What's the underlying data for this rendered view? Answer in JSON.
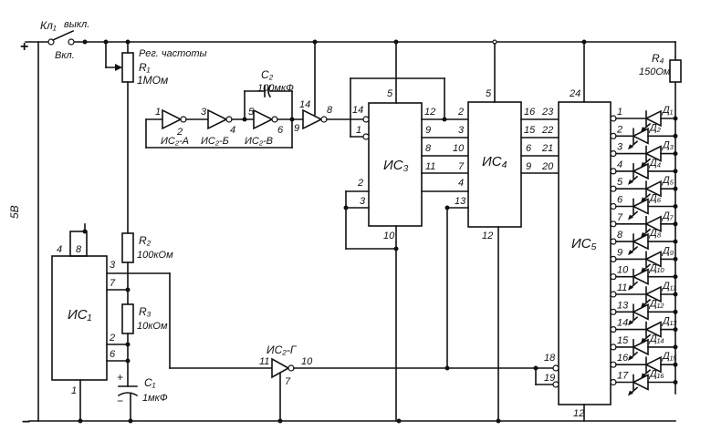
{
  "supply": {
    "plus": "+",
    "minus": "−",
    "voltage": "5В"
  },
  "switch": {
    "name": "Кл₁",
    "off": "выкл.",
    "on": "Вкл."
  },
  "R1": {
    "caption": "Рег. частоты",
    "name": "R₁",
    "value": "1МОм"
  },
  "R2": {
    "name": "R₂",
    "value": "100кОм"
  },
  "R3": {
    "name": "R₃",
    "value": "10кОм"
  },
  "R4": {
    "name": "R₄",
    "value": "150Ом"
  },
  "C1": {
    "name": "C₁",
    "value": "1мкФ",
    "plus": "+",
    "minus": "−"
  },
  "C2": {
    "name": "C₂",
    "value": "100мкФ"
  },
  "ic1": {
    "name": "ИС₁",
    "pins": {
      "p4": "4",
      "p8": "8",
      "p3": "3",
      "p7": "7",
      "p2": "2",
      "p6": "6",
      "p1": "1"
    }
  },
  "ic2": {
    "gates": [
      {
        "name": "ИС₂-А",
        "in": "1",
        "out": "2"
      },
      {
        "name": "ИС₂-Б",
        "in": "3",
        "out": "4"
      },
      {
        "name": "ИС₂-В",
        "in": "5",
        "out": "6"
      },
      {
        "name": "",
        "in": "9",
        "out": "8",
        "vcc": "14"
      },
      {
        "name": "ИС₂-Г",
        "in": "11",
        "out": "10",
        "gnd": "7"
      }
    ]
  },
  "ic3": {
    "name": "ИС₃",
    "pins": {
      "p5": "5",
      "p14": "14",
      "p1": "1",
      "p2": "2",
      "p3": "3",
      "p10": "10",
      "p12": "12",
      "p9": "9",
      "p8": "8",
      "p11": "11"
    }
  },
  "ic4": {
    "name": "ИС₄",
    "pins": {
      "p5": "5",
      "p2": "2",
      "p3": "3",
      "p10": "10",
      "p7": "7",
      "p4": "4",
      "p13": "13",
      "p12": "12",
      "p16": "16",
      "p15": "15",
      "p6": "6",
      "p9": "9"
    }
  },
  "ic5": {
    "name": "ИС₅",
    "pins": {
      "p24": "24",
      "p23": "23",
      "p22": "22",
      "p21": "21",
      "p20": "20",
      "p18": "18",
      "p19": "19",
      "p12": "12"
    },
    "outputs": [
      "1",
      "2",
      "3",
      "4",
      "5",
      "6",
      "7",
      "8",
      "9",
      "10",
      "11",
      "13",
      "14",
      "15",
      "16",
      "17"
    ]
  },
  "leds": [
    "Д₁",
    "Д₂",
    "Д₃",
    "Д₄",
    "Д₅",
    "Д₆",
    "Д₇",
    "Д₈",
    "Д₉",
    "Д₁₀",
    "Д₁₁",
    "Д₁₂",
    "Д₁₃",
    "Д₁₄",
    "Д₁₅",
    "Д₁₆"
  ]
}
